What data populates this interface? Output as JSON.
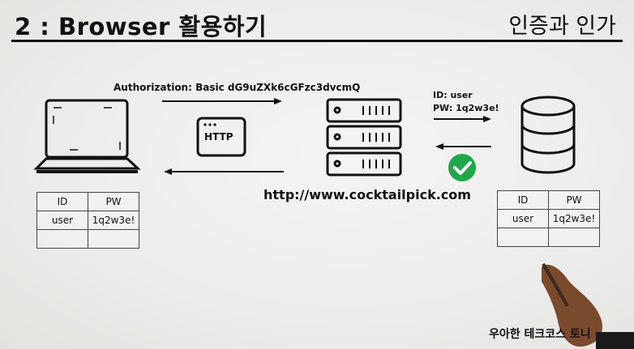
{
  "slide": {
    "title": "2 : Browser 활용하기",
    "subtitle": "인증과 인가",
    "authorization_header": "Authorization: Basic dG9uZXk6cGFzc3dvcmQ",
    "credentials_line1": "ID: user",
    "credentials_line2": "PW: 1q2w3e!",
    "http_label": "HTTP",
    "url": "http://www.cocktailpick.com",
    "footer": "우아한 테크코스 토니"
  },
  "client_table": {
    "headers": [
      "ID",
      "PW"
    ],
    "rows": [
      [
        "user",
        "1q2w3e!"
      ],
      [
        "",
        ""
      ]
    ]
  },
  "db_table": {
    "headers": [
      "ID",
      "PW"
    ],
    "rows": [
      [
        "user",
        "1q2w3e!"
      ],
      [
        "",
        ""
      ]
    ]
  },
  "icons": [
    "laptop-icon",
    "http-window-icon",
    "server-icon",
    "database-icon",
    "check-icon"
  ],
  "colors": {
    "check": "#1fa84a",
    "ink": "#111111"
  }
}
